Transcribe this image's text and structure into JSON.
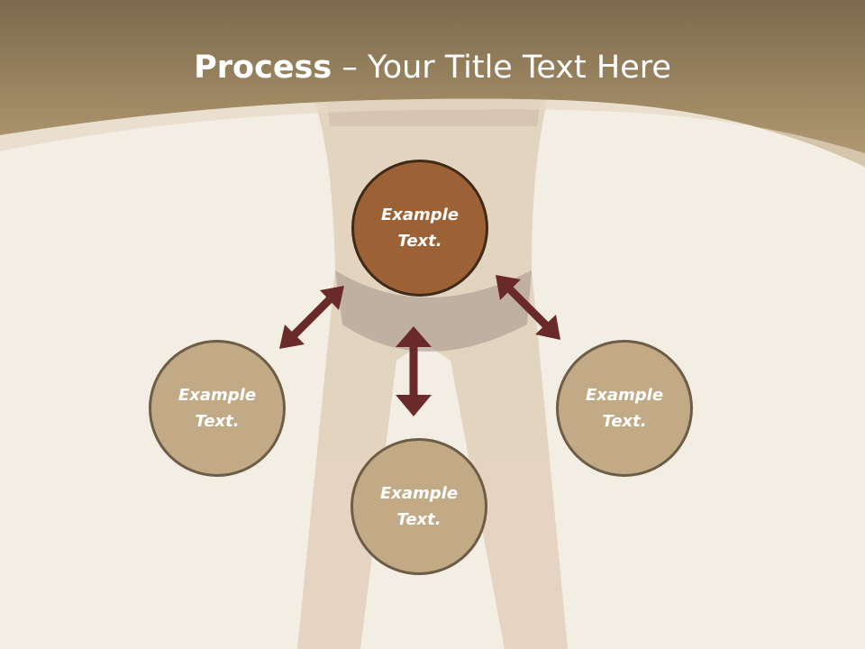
{
  "title": {
    "bold": "Process",
    "dash": " – ",
    "rest": "Your Title Text Here"
  },
  "nodes": {
    "center": "Example\nText.",
    "left": "Example\nText.",
    "bottom": "Example\nText.",
    "right": "Example\nText."
  },
  "colors": {
    "banner": "#9c8462",
    "center_fill": "#9c6134",
    "side_fill": "#c1aa85",
    "arrow": "#6b2a2a",
    "background": "#f2ece0"
  }
}
